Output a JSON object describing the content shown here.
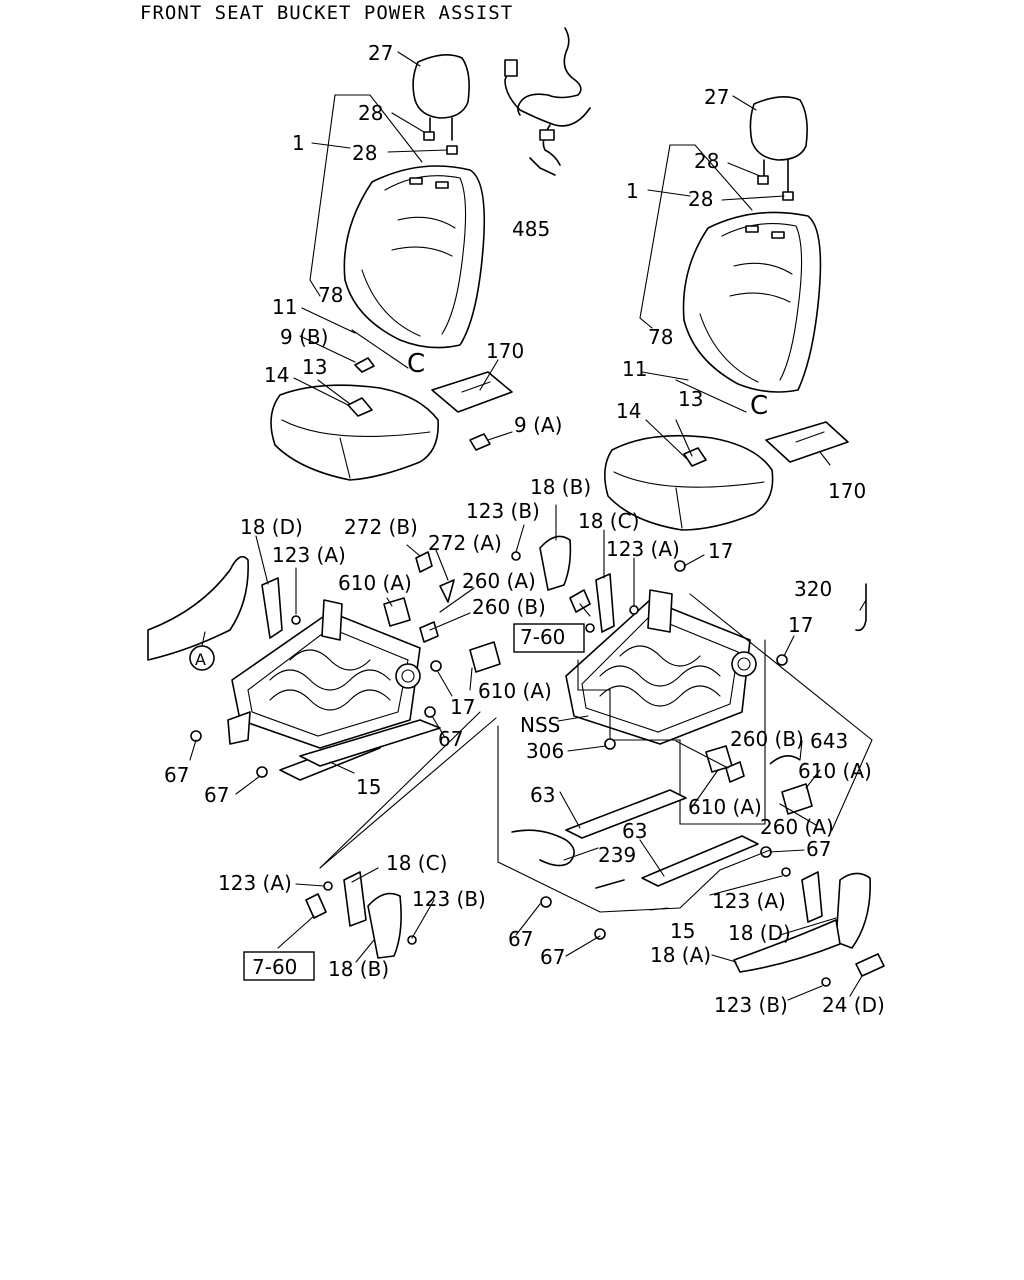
{
  "title": "FRONT SEAT BUCKET POWER ASSIST",
  "labels": {
    "l27": "27",
    "l28a": "28",
    "l1": "1",
    "l28b": "28",
    "l485": "485",
    "l78": "78",
    "l11": "11",
    "l9b": "9 (B)",
    "l13": "13",
    "l14": "14",
    "l170": "170",
    "l9a": "9 (A)",
    "r27": "27",
    "r28a": "28",
    "r1": "1",
    "r28b": "28",
    "r78": "78",
    "r11": "11",
    "r14": "14",
    "r13": "13",
    "r170": "170",
    "l18b": "18 (B)",
    "l18d": "18 (D)",
    "l272b": "272 (B)",
    "l123b": "123 (B)",
    "l18c": "18 (C)",
    "l272a": "272 (A)",
    "l123a": "123 (A)",
    "l17a": "17",
    "l610a": "610 (A)",
    "l260a": "260 (A)",
    "l260b": "260 (B)",
    "box760a": "7-60",
    "l320": "320",
    "l17b": "17",
    "lA": "A",
    "l610a2": "610 (A)",
    "l17c": "17",
    "l67a": "67",
    "lNSS": "NSS",
    "l306": "306",
    "l67b": "67",
    "l67c": "67",
    "l15": "15",
    "r123a": "123 (A)",
    "r260b": "260 (B)",
    "r643": "643",
    "r610a": "610 (A)",
    "r63a": "63",
    "r610a2": "610 (A)",
    "r63b": "63",
    "r260a": "260 (A)",
    "r239": "239",
    "r67a": "67",
    "b18c": "18 (C)",
    "b123a": "123 (A)",
    "b123b": "123 (B)",
    "box760b": "7-60",
    "b18b": "18 (B)",
    "r123a2": "123 (A)",
    "r18d": "18 (D)",
    "r15": "15",
    "r67b": "67",
    "r67c": "67",
    "r18a": "18 (A)",
    "r123b": "123 (B)",
    "r24d": "24 (D)"
  }
}
